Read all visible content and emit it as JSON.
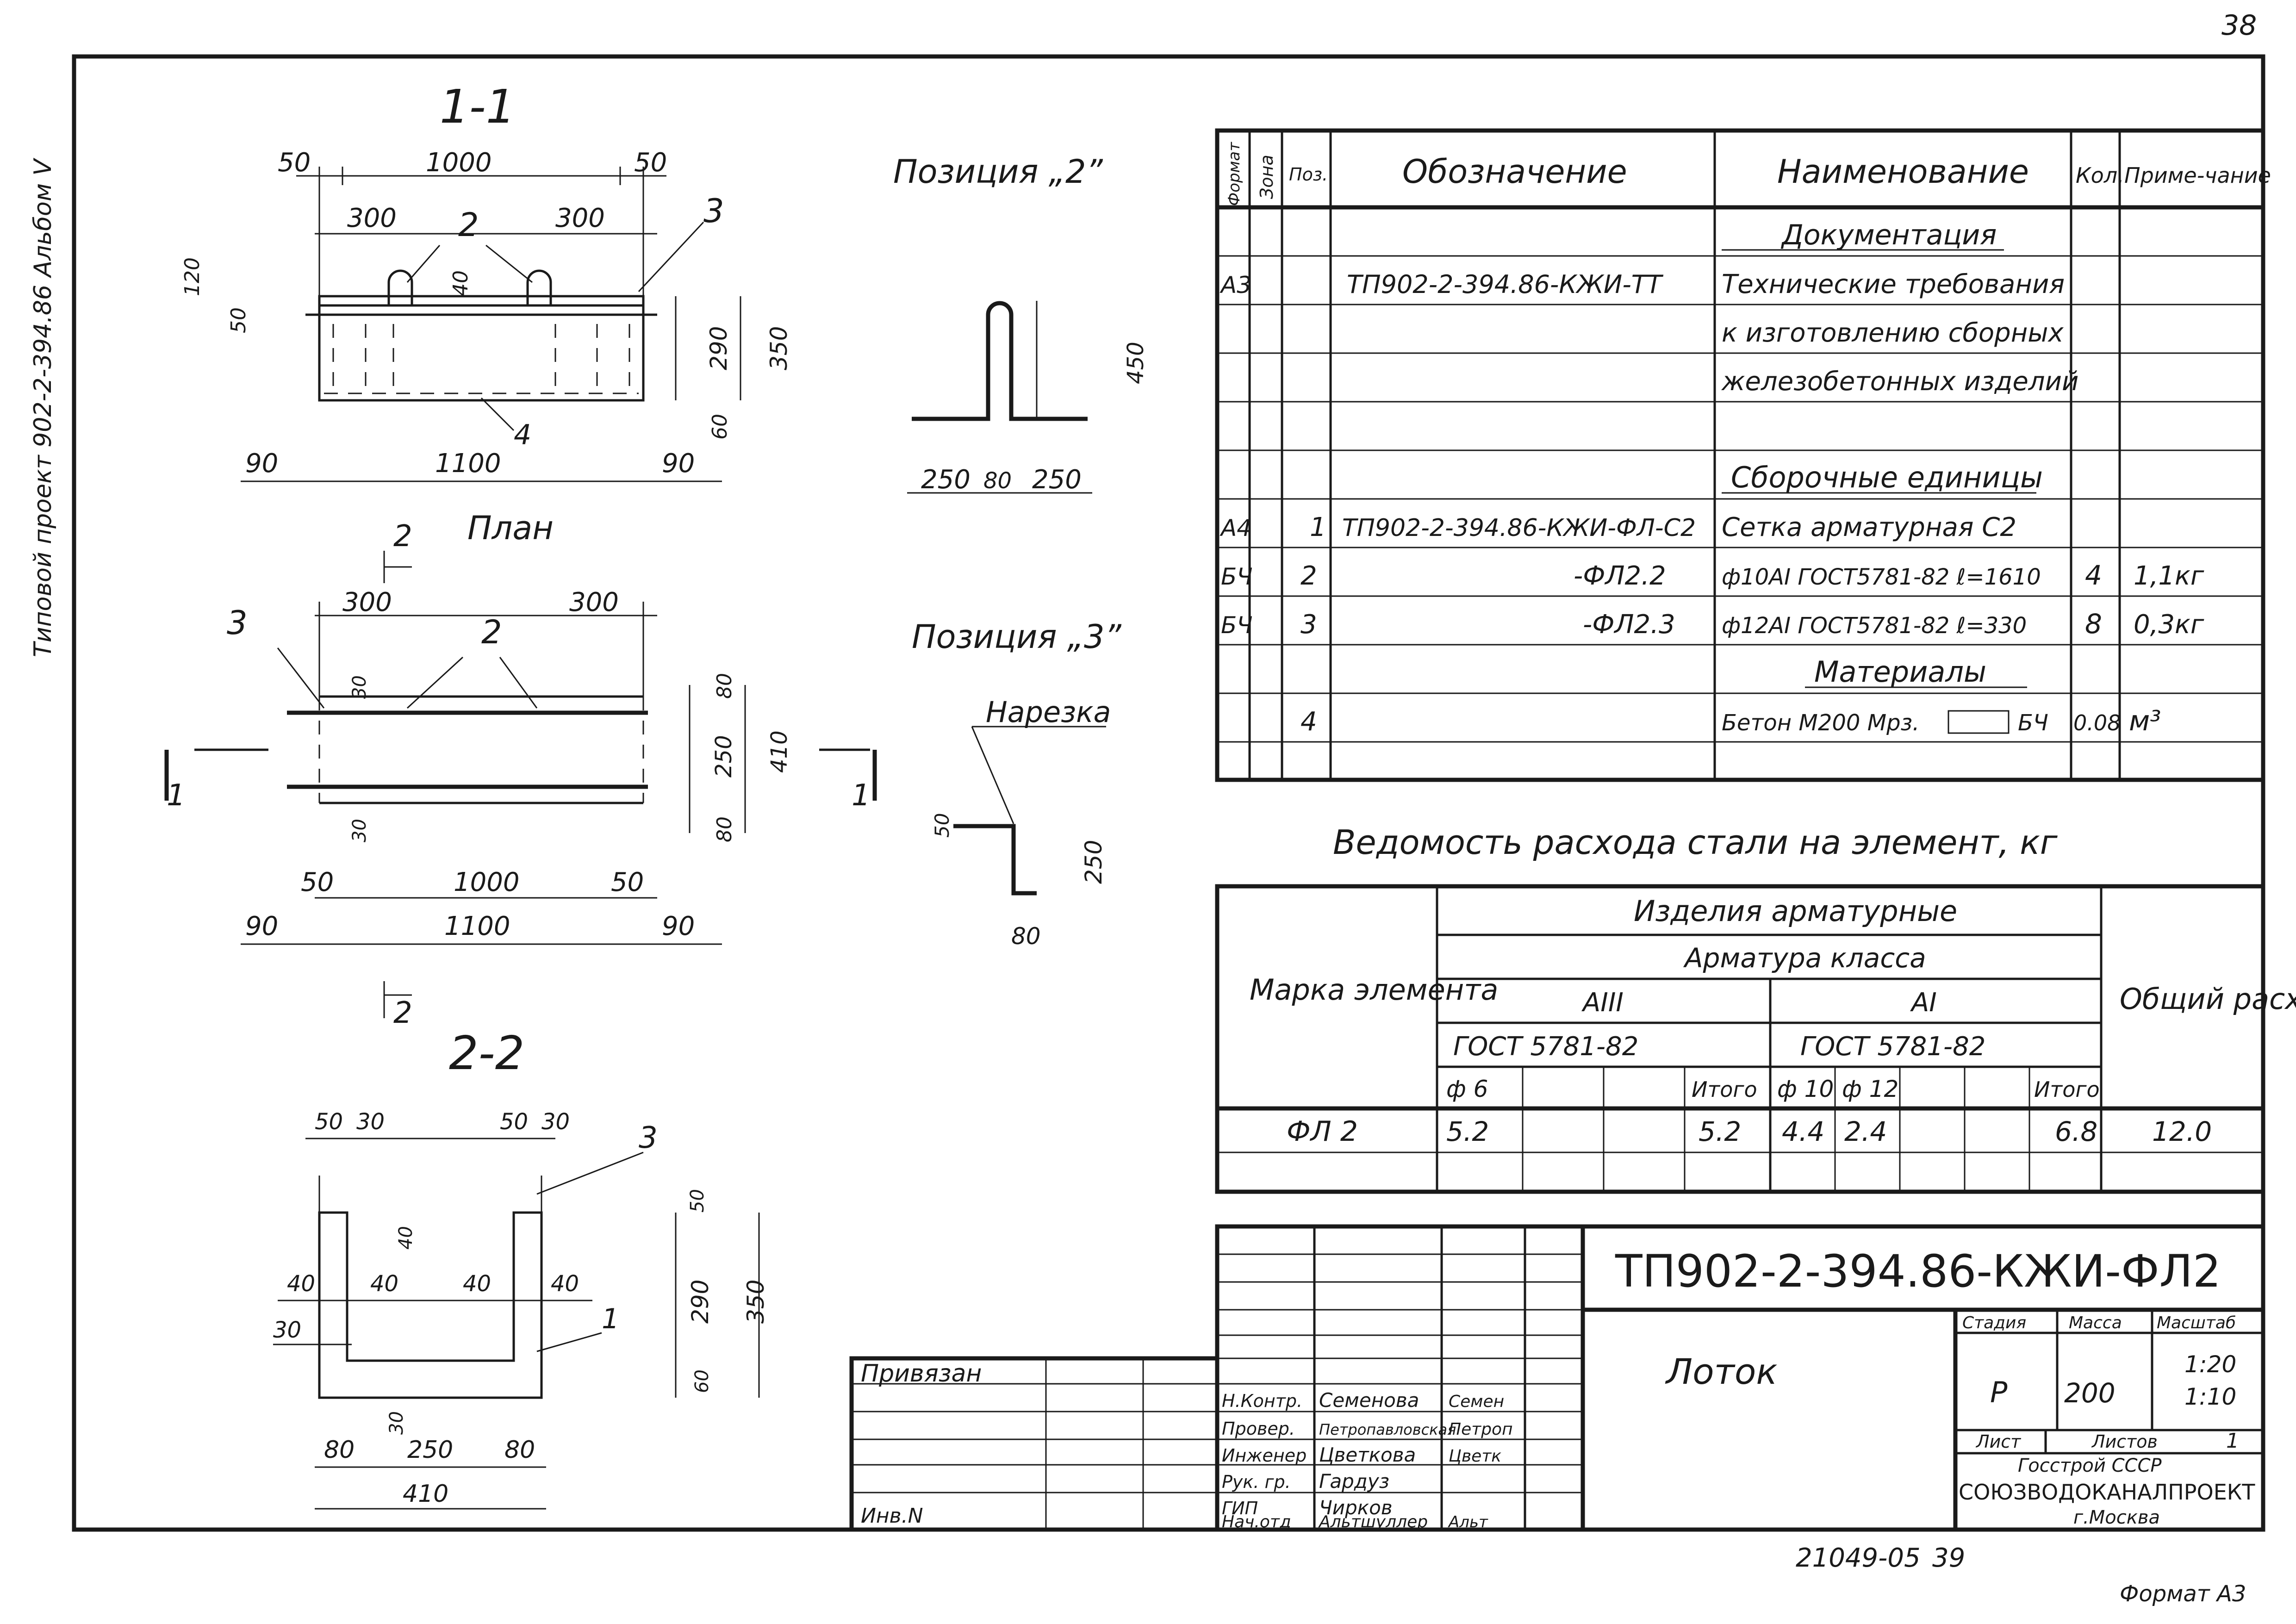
{
  "page_number": "38",
  "album_margin": "Типовой проект 902-2-394.86 Альбом V",
  "drawing_number": "21049-05",
  "drawing_number_suffix": "39",
  "format": "Формат А3",
  "sections": {
    "s11": "1-1",
    "plan": "План",
    "s22": "2-2",
    "pos2": "Позиция „2”",
    "pos3": "Позиция „3”",
    "cut_label": "Нарезка"
  },
  "section_marks": {
    "mark1": "1",
    "mark2": "2"
  },
  "dims": {
    "s11": {
      "d50a": "50",
      "d1000": "1000",
      "d50b": "50",
      "d300a": "300",
      "d300b": "300",
      "d120": "120",
      "d50": "50",
      "d40": "40",
      "d290": "290",
      "d350": "350",
      "d60": "60",
      "d90a": "90",
      "d1100": "1100",
      "d90b": "90"
    },
    "plan": {
      "d300a": "300",
      "d300b": "300",
      "d30a": "30",
      "d30b": "30",
      "d80a": "80",
      "d250": "250",
      "d410": "410",
      "d80b": "80",
      "d50a": "50",
      "d1000": "1000",
      "d50b": "50",
      "d90a": "90",
      "d1100": "1100",
      "d90b": "90"
    },
    "s22": {
      "d50a": "50",
      "d30a": "30",
      "d50b": "50",
      "d30b": "30",
      "d40a": "40",
      "d40b": "40",
      "d40c": "40",
      "d40d": "40",
      "d40e": "40",
      "d30c": "30",
      "d30d": "30",
      "d50c": "50",
      "d290": "290",
      "d350": "350",
      "d60": "60",
      "d80a": "80",
      "d250": "250",
      "d80b": "80",
      "d410": "410"
    },
    "pos2": {
      "d450": "450",
      "d250a": "250",
      "d80": "80",
      "d250b": "250"
    },
    "pos3": {
      "d50": "50",
      "d250": "250",
      "d80": "80"
    }
  },
  "leaders": {
    "l1": "1",
    "l2": "2",
    "l3": "3",
    "l4": "4"
  },
  "spec_table": {
    "headers": {
      "format": "Формат",
      "zone": "Зона",
      "pos": "Поз.",
      "designation": "Обозначение",
      "name": "Наименование",
      "qty": "Кол.",
      "note": "Приме-чание"
    },
    "rows": [
      {
        "format": "",
        "pos": "",
        "designation": "",
        "name": "Документация",
        "qty": "",
        "note": ""
      },
      {
        "format": "А3",
        "pos": "",
        "designation": "ТП902-2-394.86-КЖИ-ТТ",
        "name": "Технические требования",
        "qty": "",
        "note": ""
      },
      {
        "format": "",
        "pos": "",
        "designation": "",
        "name": "к изготовлению сборных",
        "qty": "",
        "note": ""
      },
      {
        "format": "",
        "pos": "",
        "designation": "",
        "name": "железобетонных изделий",
        "qty": "",
        "note": ""
      },
      {
        "format": "",
        "pos": "",
        "designation": "",
        "name": "",
        "qty": "",
        "note": ""
      },
      {
        "format": "",
        "pos": "",
        "designation": "",
        "name": "Сборочные единицы",
        "qty": "",
        "note": ""
      },
      {
        "format": "А4",
        "pos": "1",
        "designation": "ТП902-2-394.86-КЖИ-ФЛ-С2",
        "name": "Сетка арматурная С2",
        "qty": "",
        "note": ""
      },
      {
        "format": "БЧ",
        "pos": "2",
        "designation": "-ФЛ2.2",
        "name": "ф10АI ГОСТ5781-82 ℓ=1610",
        "qty": "4",
        "note": "1,1кг"
      },
      {
        "format": "БЧ",
        "pos": "3",
        "designation": "-ФЛ2.3",
        "name": "ф12АI ГОСТ5781-82 ℓ=330",
        "qty": "8",
        "note": "0,3кг"
      },
      {
        "format": "",
        "pos": "",
        "designation": "",
        "name": "",
        "qty": "",
        "note": ""
      },
      {
        "format": "",
        "pos": "",
        "designation": "",
        "name": "Материалы",
        "qty": "",
        "note": ""
      },
      {
        "format": "",
        "pos": "4",
        "designation": "",
        "name": "Бетон М200 Мрз.",
        "qty": "0.08",
        "note": "м³"
      },
      {
        "format": "",
        "pos": "",
        "designation": "",
        "name": "",
        "qty": "",
        "note": ""
      }
    ],
    "concrete_box_suffix": "БЧ"
  },
  "steel_title": "Ведомость расхода стали на элемент, кг",
  "steel_table": {
    "h_mark": "Марка элемента",
    "h_items": "Изделия арматурные",
    "h_class": "Арматура класса",
    "h_a3": "АIII",
    "h_a1": "АI",
    "h_gost_a": "ГОСТ 5781-82",
    "h_gost_b": "ГОСТ 5781-82",
    "h_total": "Общий расход",
    "h_d6": "ф 6",
    "h_itogo_a": "Итого",
    "h_d10": "ф 10",
    "h_d12": "ф 12",
    "h_itogo_b": "Итого",
    "row": {
      "mark": "ФЛ 2",
      "d6": "5.2",
      "itogo_a": "5.2",
      "d10": "4.4",
      "d12": "2.4",
      "itogo_b": "6.8",
      "total": "12.0"
    }
  },
  "title_block": {
    "code": "ТП902-2-394.86-КЖИ-ФЛ2",
    "name": "Лоток",
    "h_stage": "Стадия",
    "h_mass": "Масса",
    "h_scale": "Масштаб",
    "stage": "Р",
    "mass": "200",
    "scale1": "1:20",
    "scale2": "1:10",
    "h_sheet": "Лист",
    "h_sheets": "Листов",
    "sheets": "1",
    "org_line1": "Госстрой СССР",
    "org_line2": "СОЮЗВОДОКАНАЛПРОЕКТ",
    "org_line3": "г.Москва",
    "privyazan": "Привязан",
    "inv": "Инв.N",
    "roles": [
      {
        "role": "Н.Контр.",
        "name": "Семенова",
        "sign": "Семен"
      },
      {
        "role": "Провер.",
        "name": "Петропавловская",
        "sign": "Петроп"
      },
      {
        "role": "Инженер",
        "name": "Цветкова",
        "sign": "Цветк"
      },
      {
        "role": "Рук. гр.",
        "name": "Гардуз",
        "sign": ""
      },
      {
        "role": "ГИП",
        "name": "Чирков",
        "sign": ""
      },
      {
        "role": "Нач.отд",
        "name": "Альтшуллер",
        "sign": "Альт"
      }
    ]
  }
}
